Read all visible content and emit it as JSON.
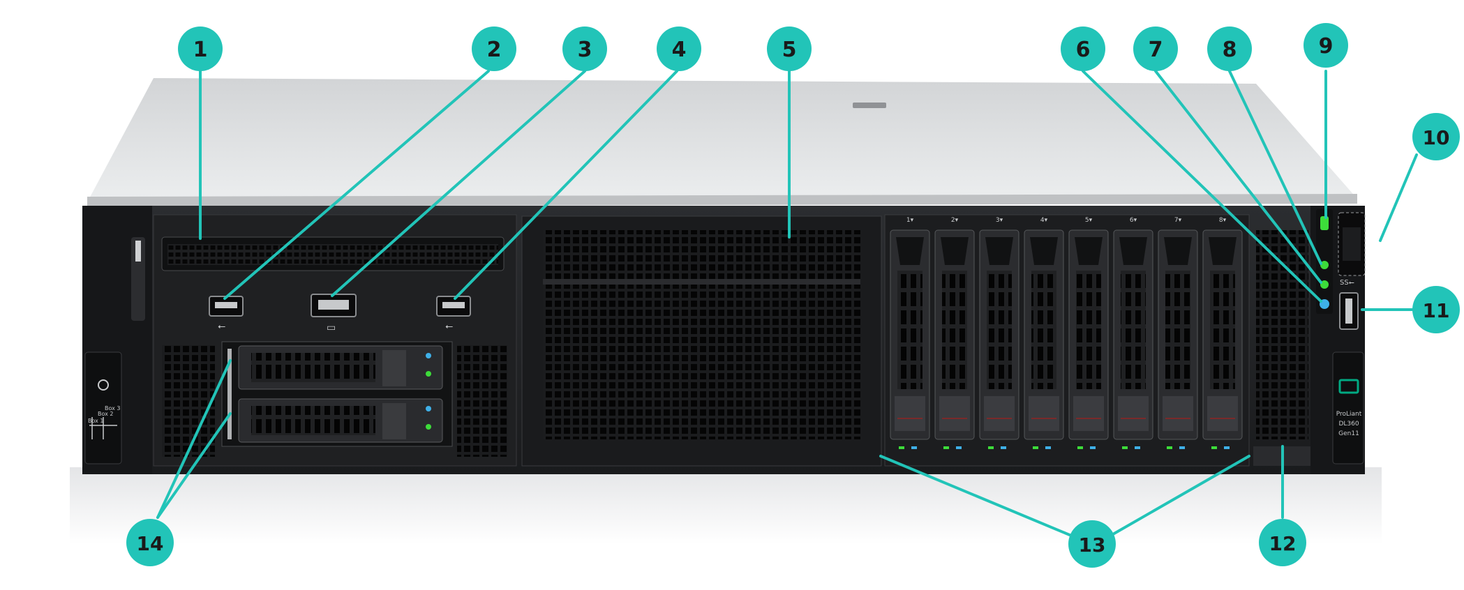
{
  "callouts": [
    {
      "id": "1",
      "label": "1"
    },
    {
      "id": "2",
      "label": "2"
    },
    {
      "id": "3",
      "label": "3"
    },
    {
      "id": "4",
      "label": "4"
    },
    {
      "id": "5",
      "label": "5"
    },
    {
      "id": "6",
      "label": "6"
    },
    {
      "id": "7",
      "label": "7"
    },
    {
      "id": "8",
      "label": "8"
    },
    {
      "id": "9",
      "label": "9"
    },
    {
      "id": "10",
      "label": "10"
    },
    {
      "id": "11",
      "label": "11"
    },
    {
      "id": "12",
      "label": "12"
    },
    {
      "id": "13",
      "label": "13"
    },
    {
      "id": "14",
      "label": "14"
    }
  ],
  "server": {
    "bay_labels": [
      "Box 3",
      "Box 2",
      "Box 1"
    ],
    "drive_labels": [
      "1▾",
      "2▾",
      "3▾",
      "4▾",
      "5▾",
      "6▾",
      "7▾",
      "8▾"
    ],
    "model_line1": "ProLiant",
    "model_line2": "DL360",
    "model_line3": "Gen11",
    "usb_symbol": "⭠",
    "display_symbol": "▭",
    "ss_usb_symbol": "SS⭠"
  },
  "colors": {
    "callout": "#22c4b8",
    "callout_text": "#1a1a1a",
    "led_green": "#3ddc3a",
    "led_blue": "#3fb0e8",
    "hpe_green": "#01a982"
  }
}
